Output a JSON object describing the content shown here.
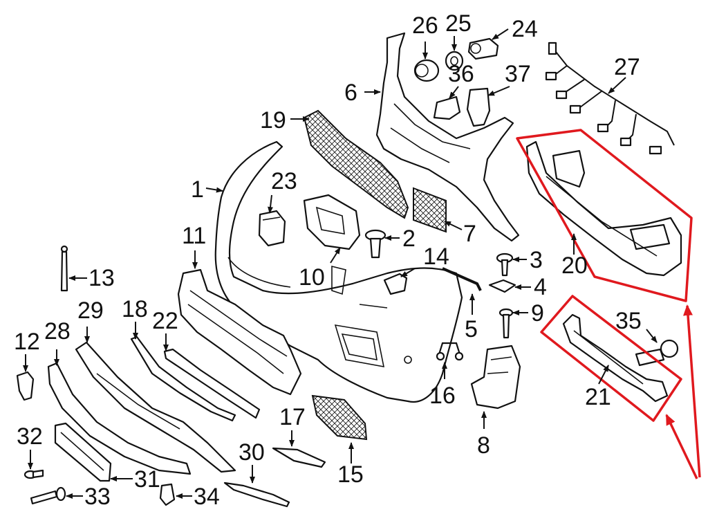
{
  "colors": {
    "ink": "#111111",
    "highlight": "#e0191e",
    "background": "#ffffff"
  },
  "callouts": {
    "c1": "1",
    "c2": "2",
    "c3": "3",
    "c4": "4",
    "c5": "5",
    "c6": "6",
    "c7": "7",
    "c8": "8",
    "c9": "9",
    "c10": "10",
    "c11": "11",
    "c12": "12",
    "c13": "13",
    "c14": "14",
    "c15": "15",
    "c16": "16",
    "c17": "17",
    "c18": "18",
    "c19": "19",
    "c20": "20",
    "c21": "21",
    "c22": "22",
    "c23": "23",
    "c24": "24",
    "c25": "25",
    "c26": "26",
    "c27": "27",
    "c28": "28",
    "c29": "29",
    "c30": "30",
    "c31": "31",
    "c32": "32",
    "c33": "33",
    "c34": "34",
    "c35": "35",
    "c36": "36",
    "c37": "37"
  },
  "highlighted_parts": [
    "20",
    "21"
  ]
}
